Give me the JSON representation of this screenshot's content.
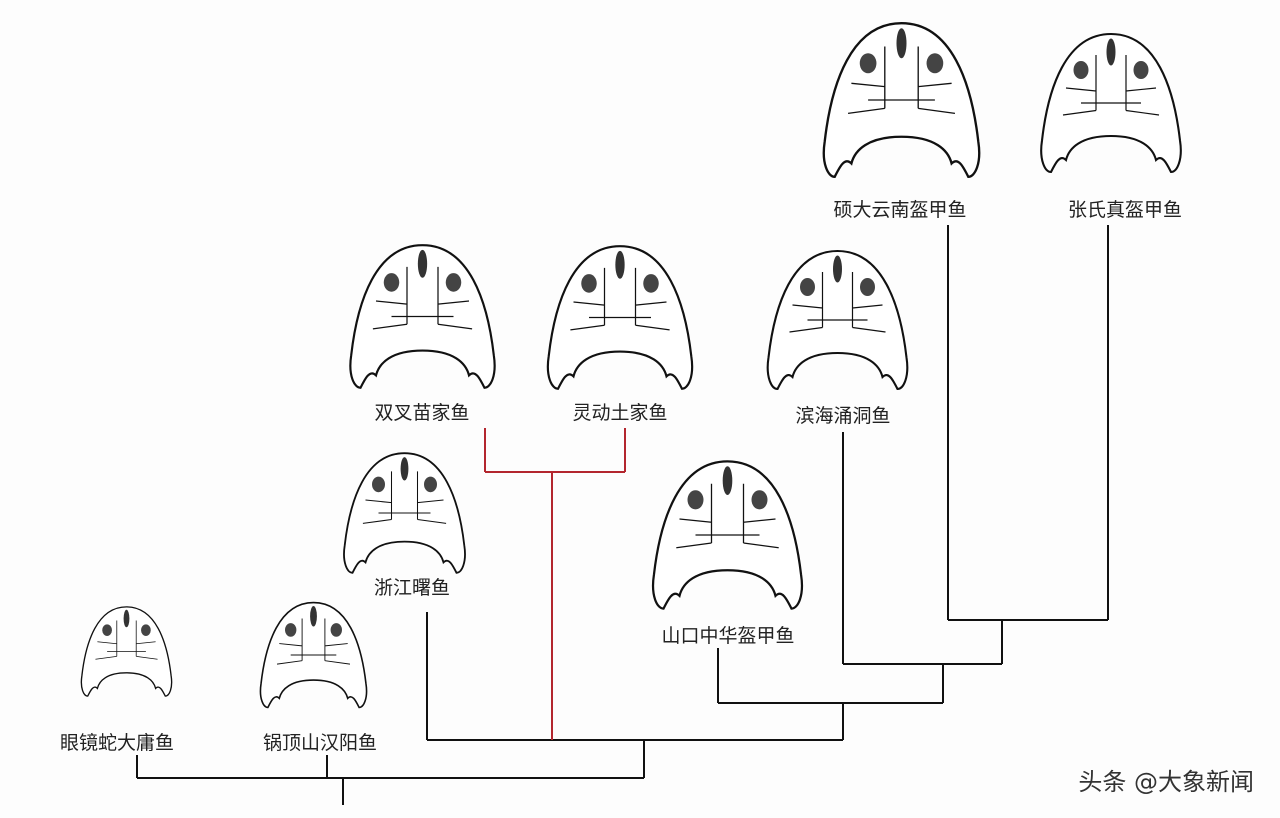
{
  "species": [
    {
      "id": "yanjingshe",
      "label": "眼镜蛇大庸鱼"
    },
    {
      "id": "guodingshan",
      "label": "锅顶山汉阳鱼"
    },
    {
      "id": "zhejiang",
      "label": "浙江曙鱼"
    },
    {
      "id": "shuangcha",
      "label": "双叉苗家鱼"
    },
    {
      "id": "lingdong",
      "label": "灵动土家鱼"
    },
    {
      "id": "binhai",
      "label": "滨海涌洞鱼"
    },
    {
      "id": "shankou",
      "label": "山口中华盔甲鱼"
    },
    {
      "id": "shuoda",
      "label": "硕大云南盔甲鱼"
    },
    {
      "id": "zhangshi",
      "label": "张氏真盔甲鱼"
    }
  ],
  "colors": {
    "line": "#111111",
    "highlight": "#b3262e",
    "eye": "#444444"
  },
  "watermark": "头条 @大象新闻"
}
